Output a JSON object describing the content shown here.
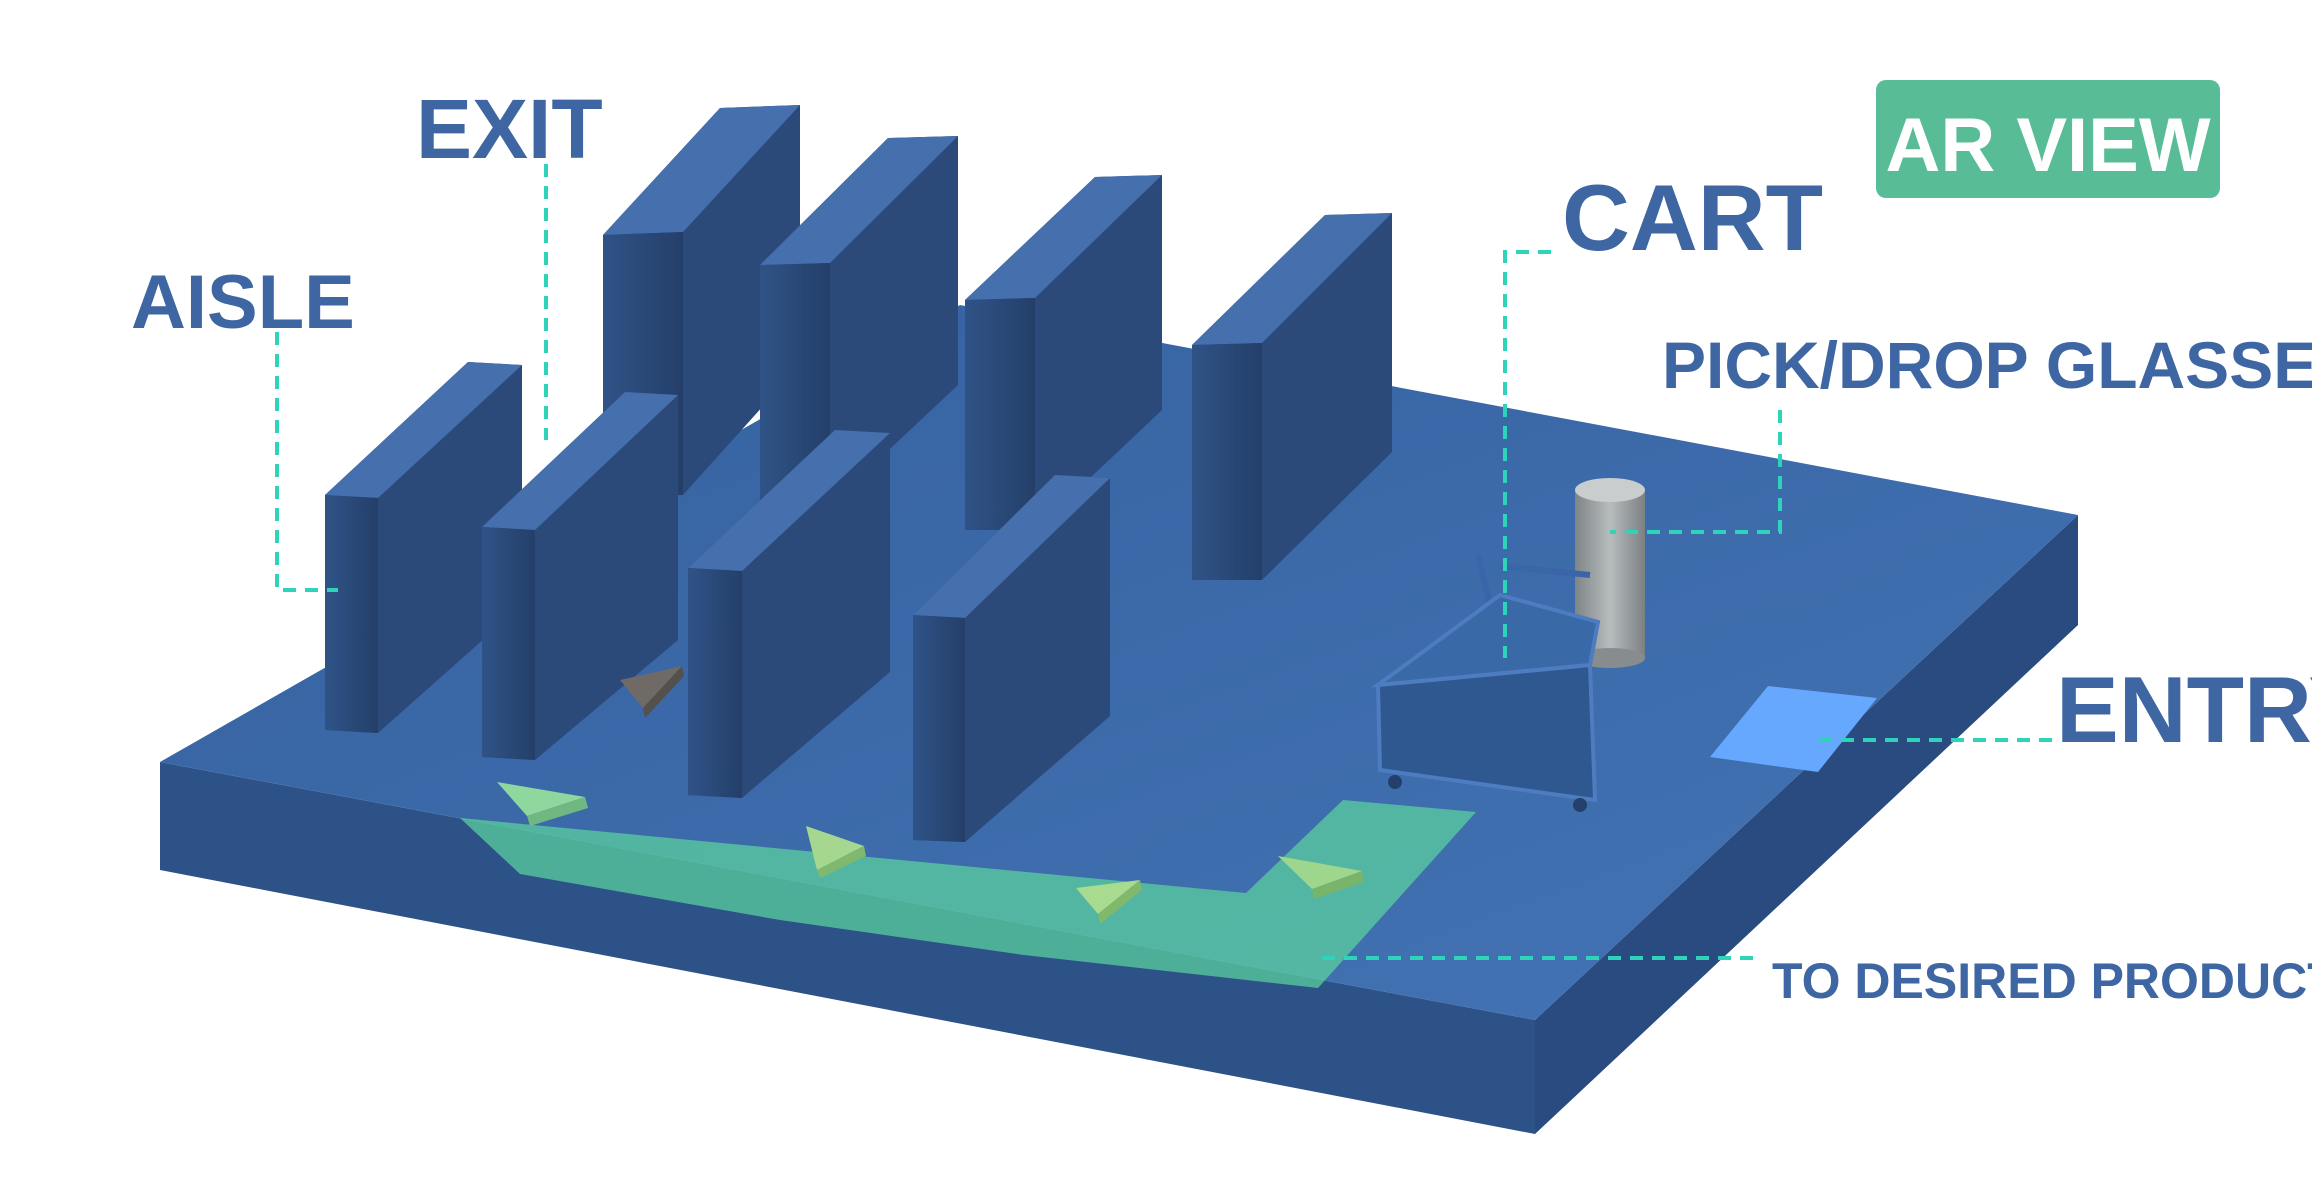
{
  "badge": {
    "text": "AR VIEW"
  },
  "labels": {
    "exit": "EXIT",
    "aisle": "AISLE",
    "cart": "CART",
    "pick_drop": "PICK/DROP GLASSES",
    "entry": "ENTRY",
    "to_product": "TO DESIRED PRODUCT"
  },
  "colors": {
    "label_text": "#3e66a2",
    "leader_line": "#2fd3b9",
    "badge_bg": "#58bc97",
    "floor_top": "#3b66a6",
    "floor_side": "#2b4f86",
    "shelf_front": "#2b4a7a",
    "shelf_top": "#4570ad",
    "path_overlay": "#5cd2a0",
    "entry_pad": "#67a8ff",
    "pillar": "#9aa0a2"
  },
  "icons": [
    "shelf-unit",
    "shopping-cart-model",
    "glasses-stand-cylinder",
    "path-arrow-marker"
  ]
}
